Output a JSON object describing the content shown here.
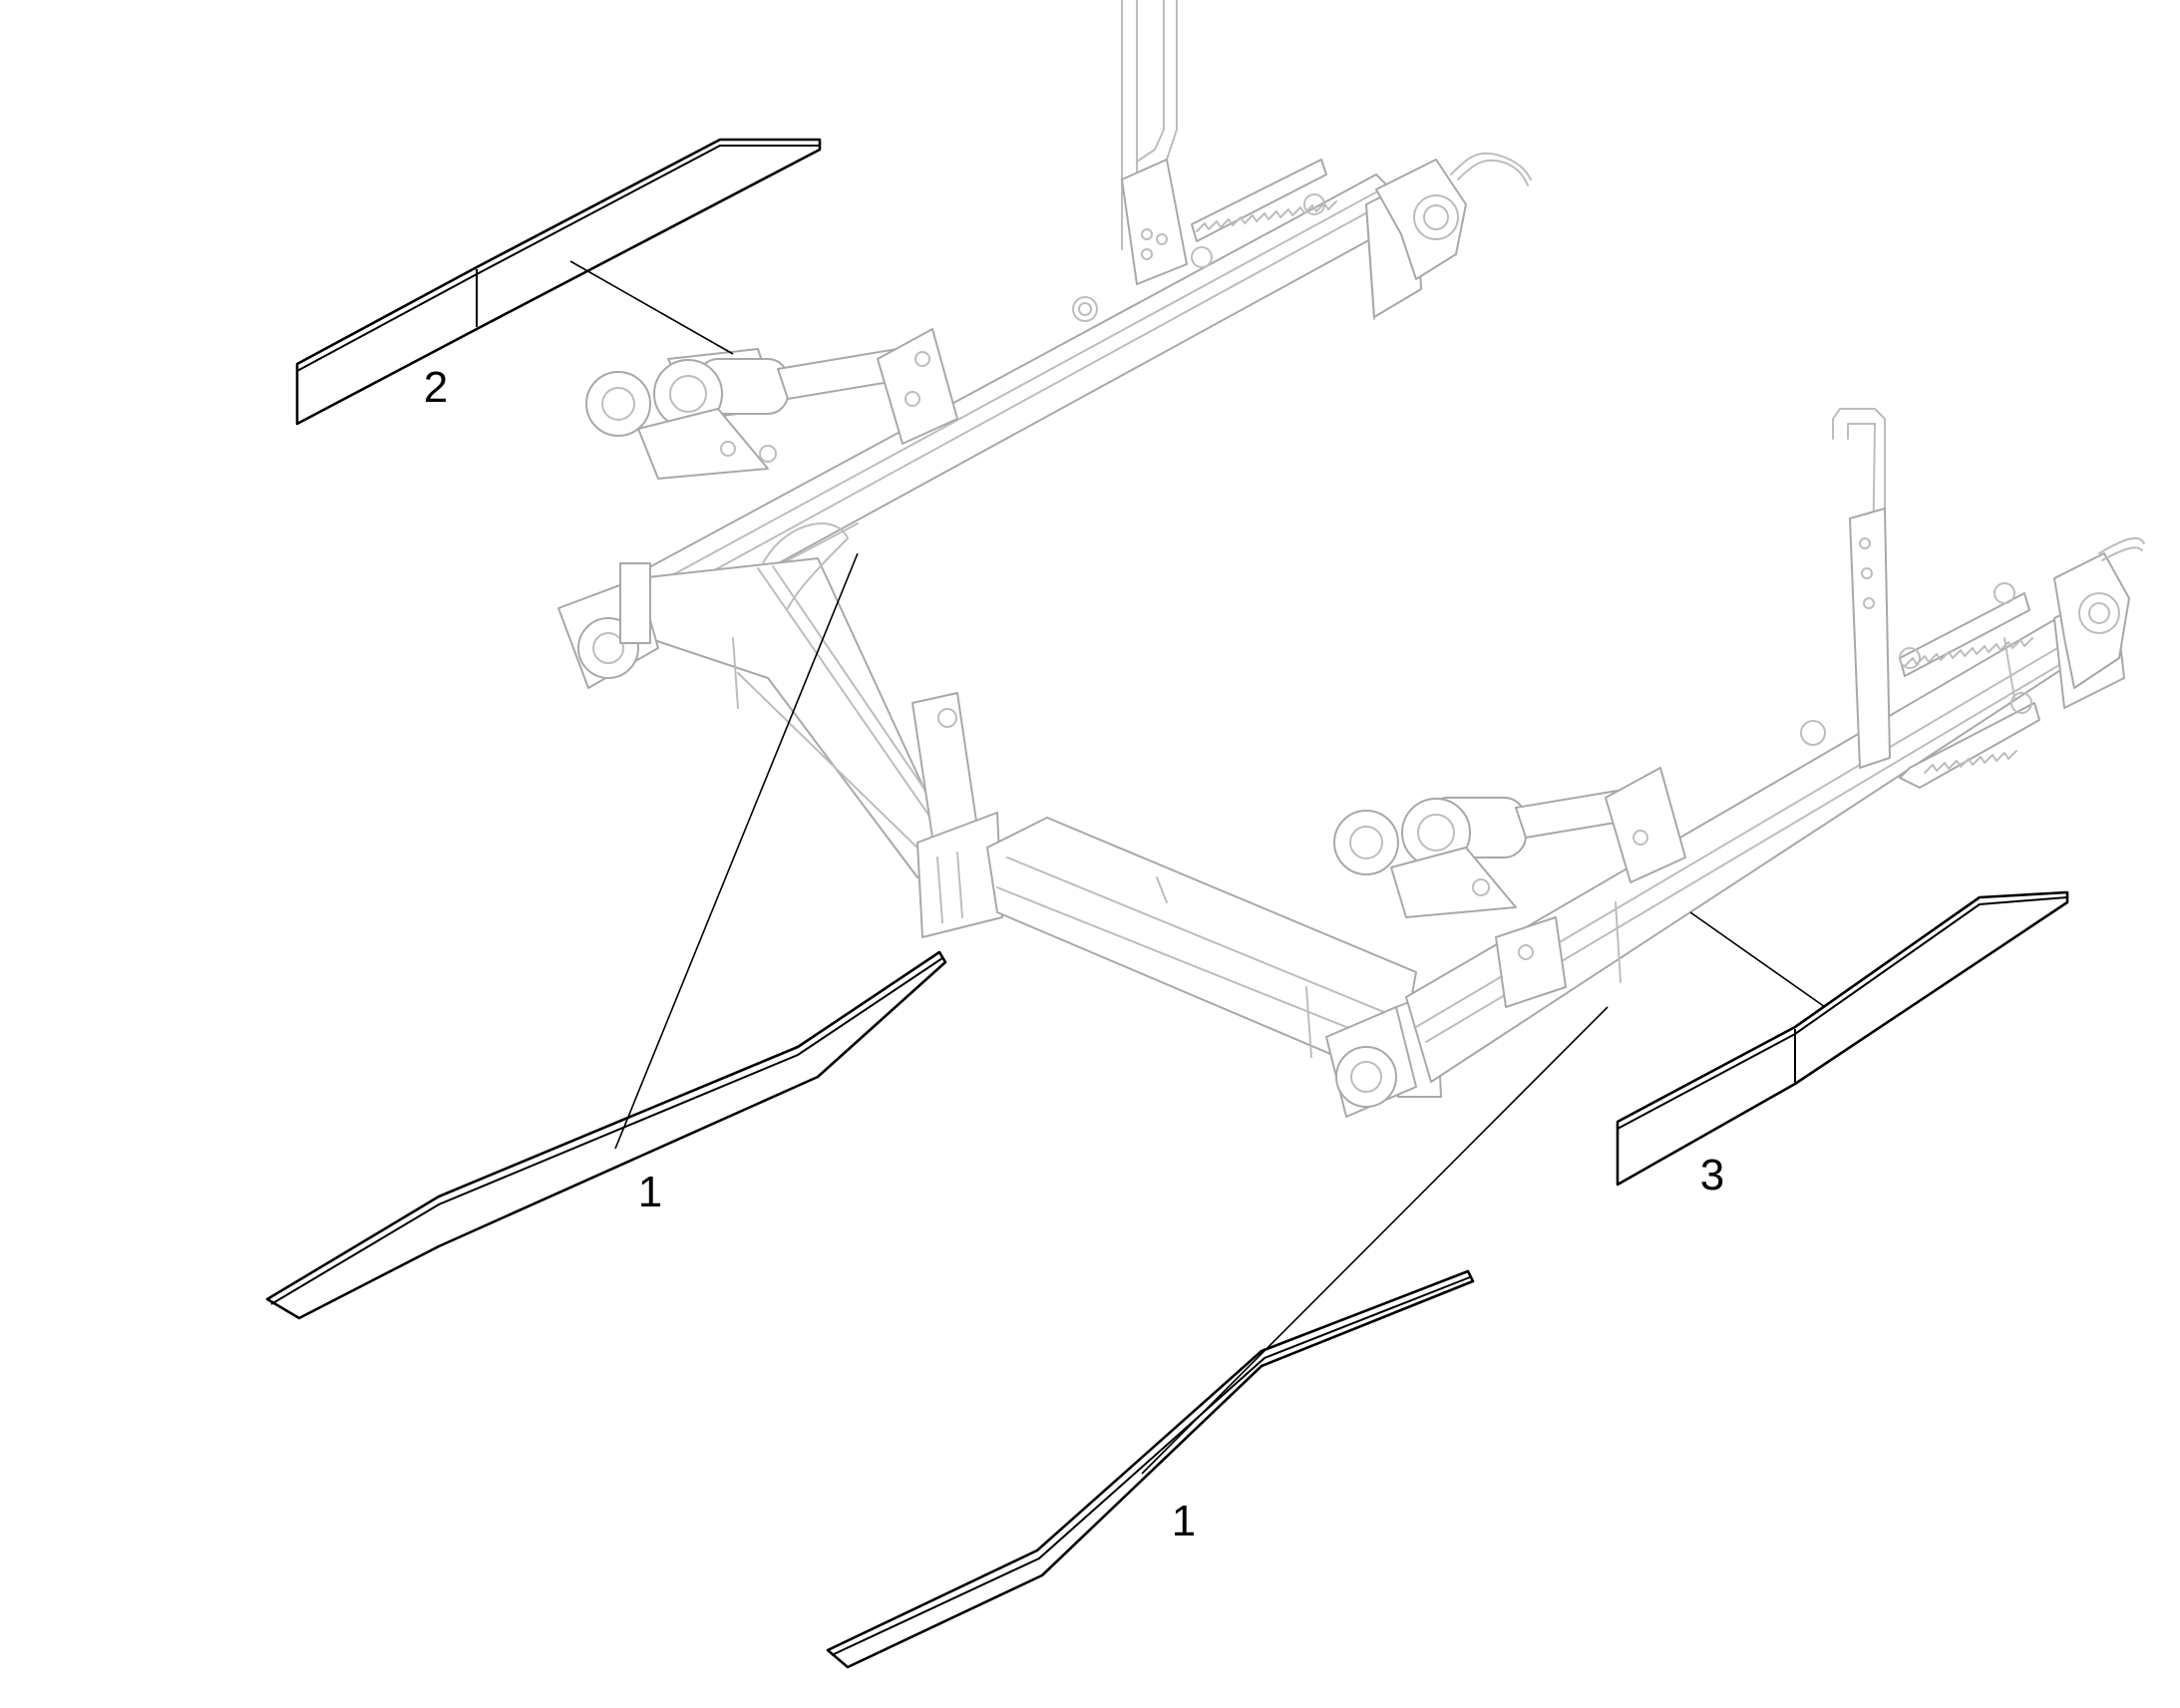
{
  "callouts": [
    {
      "id": "part-2",
      "label": "2"
    },
    {
      "id": "part-1-left",
      "label": "1"
    },
    {
      "id": "part-3",
      "label": "3"
    },
    {
      "id": "part-1-right",
      "label": "1"
    }
  ]
}
